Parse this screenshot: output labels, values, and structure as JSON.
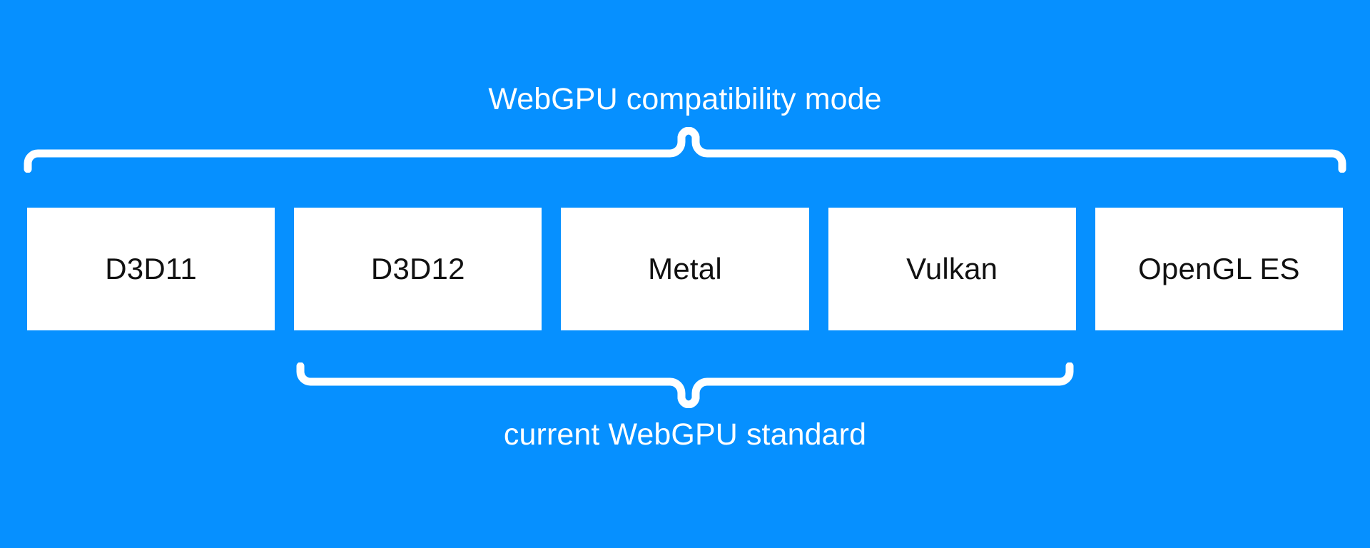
{
  "diagram": {
    "background_color": "#0690ff",
    "box_fill_color": "#ffffff",
    "box_text_color": "#111111",
    "brace_color": "#ffffff",
    "top_group": {
      "label": "WebGPU compatibility mode",
      "brace_direction": "up",
      "covers": [
        "D3D11",
        "D3D12",
        "Metal",
        "Vulkan",
        "OpenGL ES"
      ]
    },
    "bottom_group": {
      "label": "current WebGPU standard",
      "brace_direction": "down",
      "covers": [
        "D3D12",
        "Metal",
        "Vulkan"
      ]
    },
    "backends": [
      {
        "label": "D3D11"
      },
      {
        "label": "D3D12"
      },
      {
        "label": "Metal"
      },
      {
        "label": "Vulkan"
      },
      {
        "label": "OpenGL ES"
      }
    ]
  }
}
